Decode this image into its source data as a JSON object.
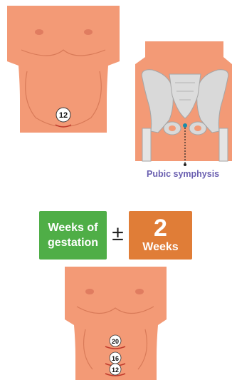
{
  "diagram": {
    "colors": {
      "skin": "#f39a76",
      "skin_line": "#d87a58",
      "nipple": "#e07c60",
      "bone": "#d9d9d9",
      "bone_line": "#a6a6a6",
      "label": "#6a5fb0",
      "green": "#4fae47",
      "orange": "#e07d37",
      "fundus_line": "#c0392b"
    },
    "top_torso": {
      "fundal_label": "12"
    },
    "pelvis": {
      "label": "Pubic symphysis"
    },
    "formula": {
      "left_box_line1": "Weeks of",
      "left_box_line2": "gestation",
      "operator": "±",
      "right_box_number": "2",
      "right_box_unit": "Weeks"
    },
    "bottom_torso": {
      "fundal_labels": [
        "20",
        "16",
        "12"
      ]
    }
  }
}
